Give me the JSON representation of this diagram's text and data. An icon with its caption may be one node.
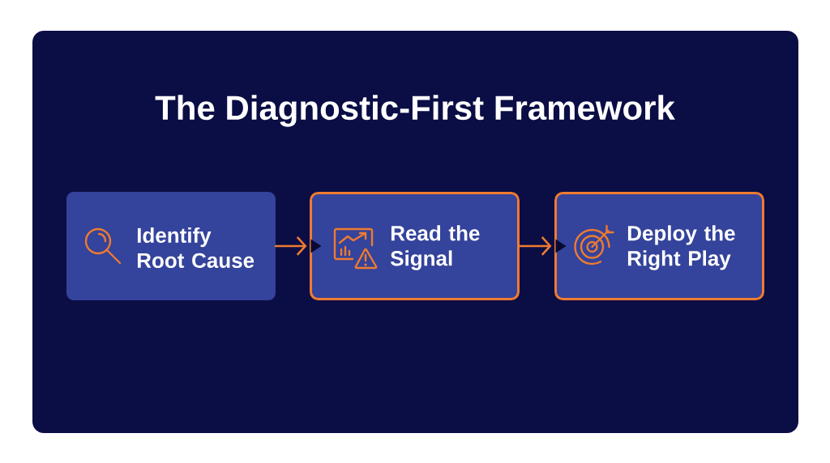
{
  "diagram": {
    "title": "The Diagnostic-First Framework",
    "nodes": [
      {
        "text": [
          "Identify Root Cause"
        ]
      },
      {
        "text": [
          "Read the Signal"
        ]
      },
      {
        "text": [
          "Deploy the Right Play"
        ]
      }
    ],
    "edges": [
      {
        "from": 0,
        "to": 1,
        "arrow": "to"
      },
      {
        "from": 1,
        "to": 2,
        "arrow": "to"
      }
    ]
  }
}
